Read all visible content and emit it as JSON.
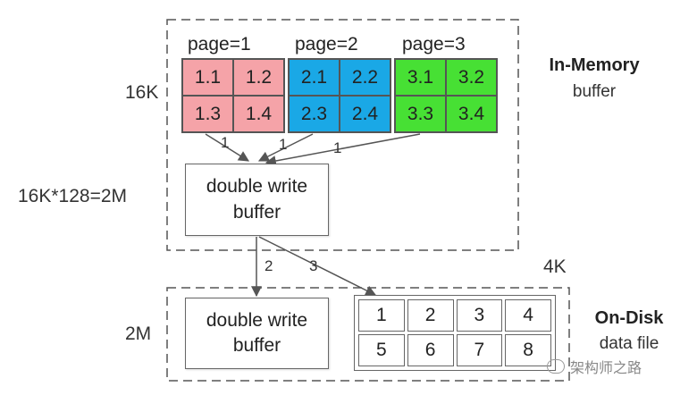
{
  "colors": {
    "page1": "#f5a3a8",
    "page2": "#1aa8e6",
    "page3": "#47e034",
    "line": "#555555",
    "dash": "#555555"
  },
  "labels": {
    "page_size": "16K",
    "dwb_size": "16K*128=2M",
    "disk_dwb_size": "2M",
    "disk_page_size": "4K"
  },
  "memory": {
    "title": "In-Memory",
    "subtitle": "buffer",
    "pages": [
      {
        "label": "page=1",
        "cells": [
          "1.1",
          "1.2",
          "1.3",
          "1.4"
        ]
      },
      {
        "label": "page=2",
        "cells": [
          "2.1",
          "2.2",
          "2.3",
          "2.4"
        ]
      },
      {
        "label": "page=3",
        "cells": [
          "3.1",
          "3.2",
          "3.3",
          "3.4"
        ]
      }
    ],
    "double_write_buffer": {
      "line1": "double write",
      "line2": "buffer"
    }
  },
  "disk": {
    "title": "On-Disk",
    "subtitle": "data file",
    "double_write_buffer": {
      "line1": "double write",
      "line2": "buffer"
    },
    "data_file_cells": [
      "1",
      "2",
      "3",
      "4",
      "5",
      "6",
      "7",
      "8"
    ]
  },
  "edges": {
    "page1_to_dwb": "1",
    "page2_to_dwb": "1",
    "page3_to_dwb": "1",
    "dwb_to_disk_dwb": "2",
    "dwb_to_data_file": "3"
  },
  "watermark": {
    "text": "架构师之路",
    "icon": "wechat-icon"
  }
}
